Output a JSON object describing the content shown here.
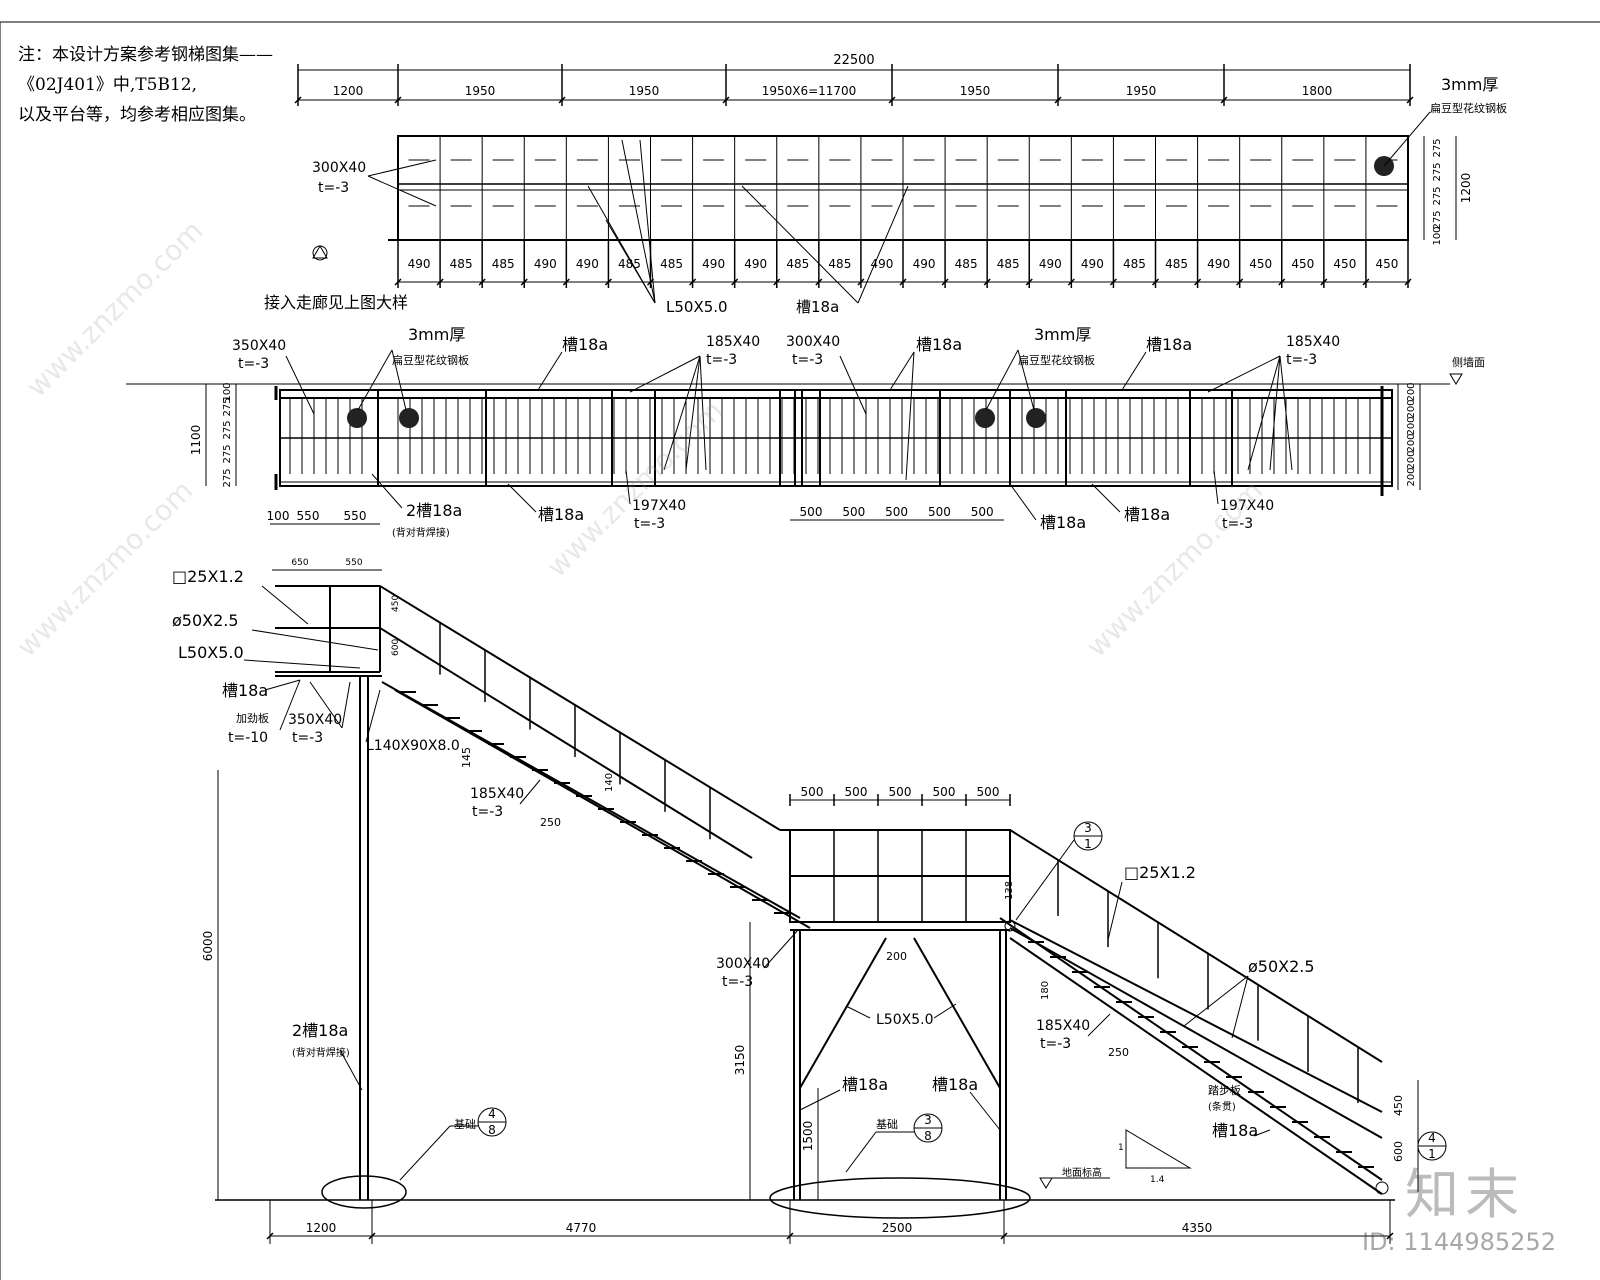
{
  "note": {
    "line1": "注：本设计方案参考钢梯图集——",
    "line2": "《02J401》中,T5B12,",
    "line3": "以及平台等，均参考相应图集。"
  },
  "plan": {
    "total": "22500",
    "top_spans": [
      "1200",
      "1950",
      "1950",
      "1950X6=11700",
      "1950",
      "1950",
      "1800"
    ],
    "bottom_spans": [
      "490",
      "485",
      "485",
      "490",
      "490",
      "485",
      "485",
      "490",
      "490",
      "485",
      "485",
      "490",
      "490",
      "485",
      "485",
      "490",
      "490",
      "485",
      "485",
      "490",
      "450",
      "450",
      "450",
      "450"
    ],
    "right_dims": [
      "275",
      "275",
      "275",
      "275",
      "100"
    ],
    "right_total": "1200",
    "plate_label": "3mm厚",
    "plate_sub": "扁豆型花纹钢板",
    "grating_label": "300X40",
    "grating_t": "t=-3",
    "angle_label": "L50X5.0",
    "channel_label": "槽18a",
    "entry_note": "接入走廊见上图大样"
  },
  "section": {
    "left_dims": [
      "100",
      "275",
      "275",
      "275",
      "275"
    ],
    "left_total": "1100",
    "bottom_left": [
      "100",
      "550",
      "550"
    ],
    "bottom_mid": [
      "500",
      "500",
      "500",
      "500",
      "500"
    ],
    "right_dims": [
      "200",
      "200",
      "200",
      "200",
      "200",
      "200"
    ],
    "labels": {
      "grating_a": "350X40",
      "grating_a_t": "t=-3",
      "plate": "3mm厚",
      "plate_sub": "扁豆型花纹钢板",
      "channel": "槽18a",
      "step_a": "185X40",
      "step_a_t": "t=-3",
      "grating_b": "300X40",
      "grating_b_t": "t=-3",
      "double_channel": "2槽18a",
      "double_channel_note": "(背对背焊接)",
      "step_b": "197X40",
      "step_b_t": "t=-3",
      "elev": "侧墙面"
    }
  },
  "elevation": {
    "top_dims": [
      "650",
      "550"
    ],
    "rail_dims": [
      "450",
      "600"
    ],
    "labels": {
      "square_tube": "□25X1.2",
      "round_tube": "ø50X2.5",
      "angle": "L50X5.0",
      "channel": "槽18a",
      "plate_note": "加劲板",
      "plate_t": "t=-10",
      "grating": "350X40",
      "grating_t": "t=-3",
      "angle_big": "L140X90X8.0",
      "step_h": "145",
      "step": "185X40",
      "step_t": "t=-3",
      "step_w": "250",
      "step_dim": "140",
      "platform_dims": [
        "500",
        "500",
        "500",
        "500",
        "500"
      ],
      "grating2": "300X40",
      "grating2_t": "t=-3",
      "brace": "L50X5.0",
      "brace_dim": "200",
      "double_channel": "2槽18a",
      "double_channel_note": "(背对背焊接)",
      "found": "基础",
      "detail_a_top": "4",
      "detail_a_bot": "8",
      "detail_b_top": "3",
      "detail_b_bot": "8",
      "detail_c_top": "3",
      "detail_c_bot": "1",
      "detail_d_top": "4",
      "detail_d_bot": "1",
      "square_tube_r": "□25X1.2",
      "round_tube_r": "ø50X2.5",
      "step_r_h": "180",
      "step_r": "185X40",
      "step_r_t": "t=-3",
      "step_r_w": "250",
      "dim_138": "138",
      "tread": "踏步板",
      "tread_note": "(条贯)",
      "channel_r": "槽18a",
      "rail_r_dims": [
        "450",
        "600"
      ],
      "ground": "地面标高",
      "slope_v": "1",
      "slope_h": "1.4",
      "height_total": "6000",
      "height_platform": "3150",
      "height_brace": "1500",
      "bottom_dims": [
        "1200",
        "4770",
        "2500",
        "4350"
      ]
    }
  },
  "watermark": {
    "url": "www.znzmo.com",
    "logo": "知末",
    "id": "ID: 1144985252"
  }
}
